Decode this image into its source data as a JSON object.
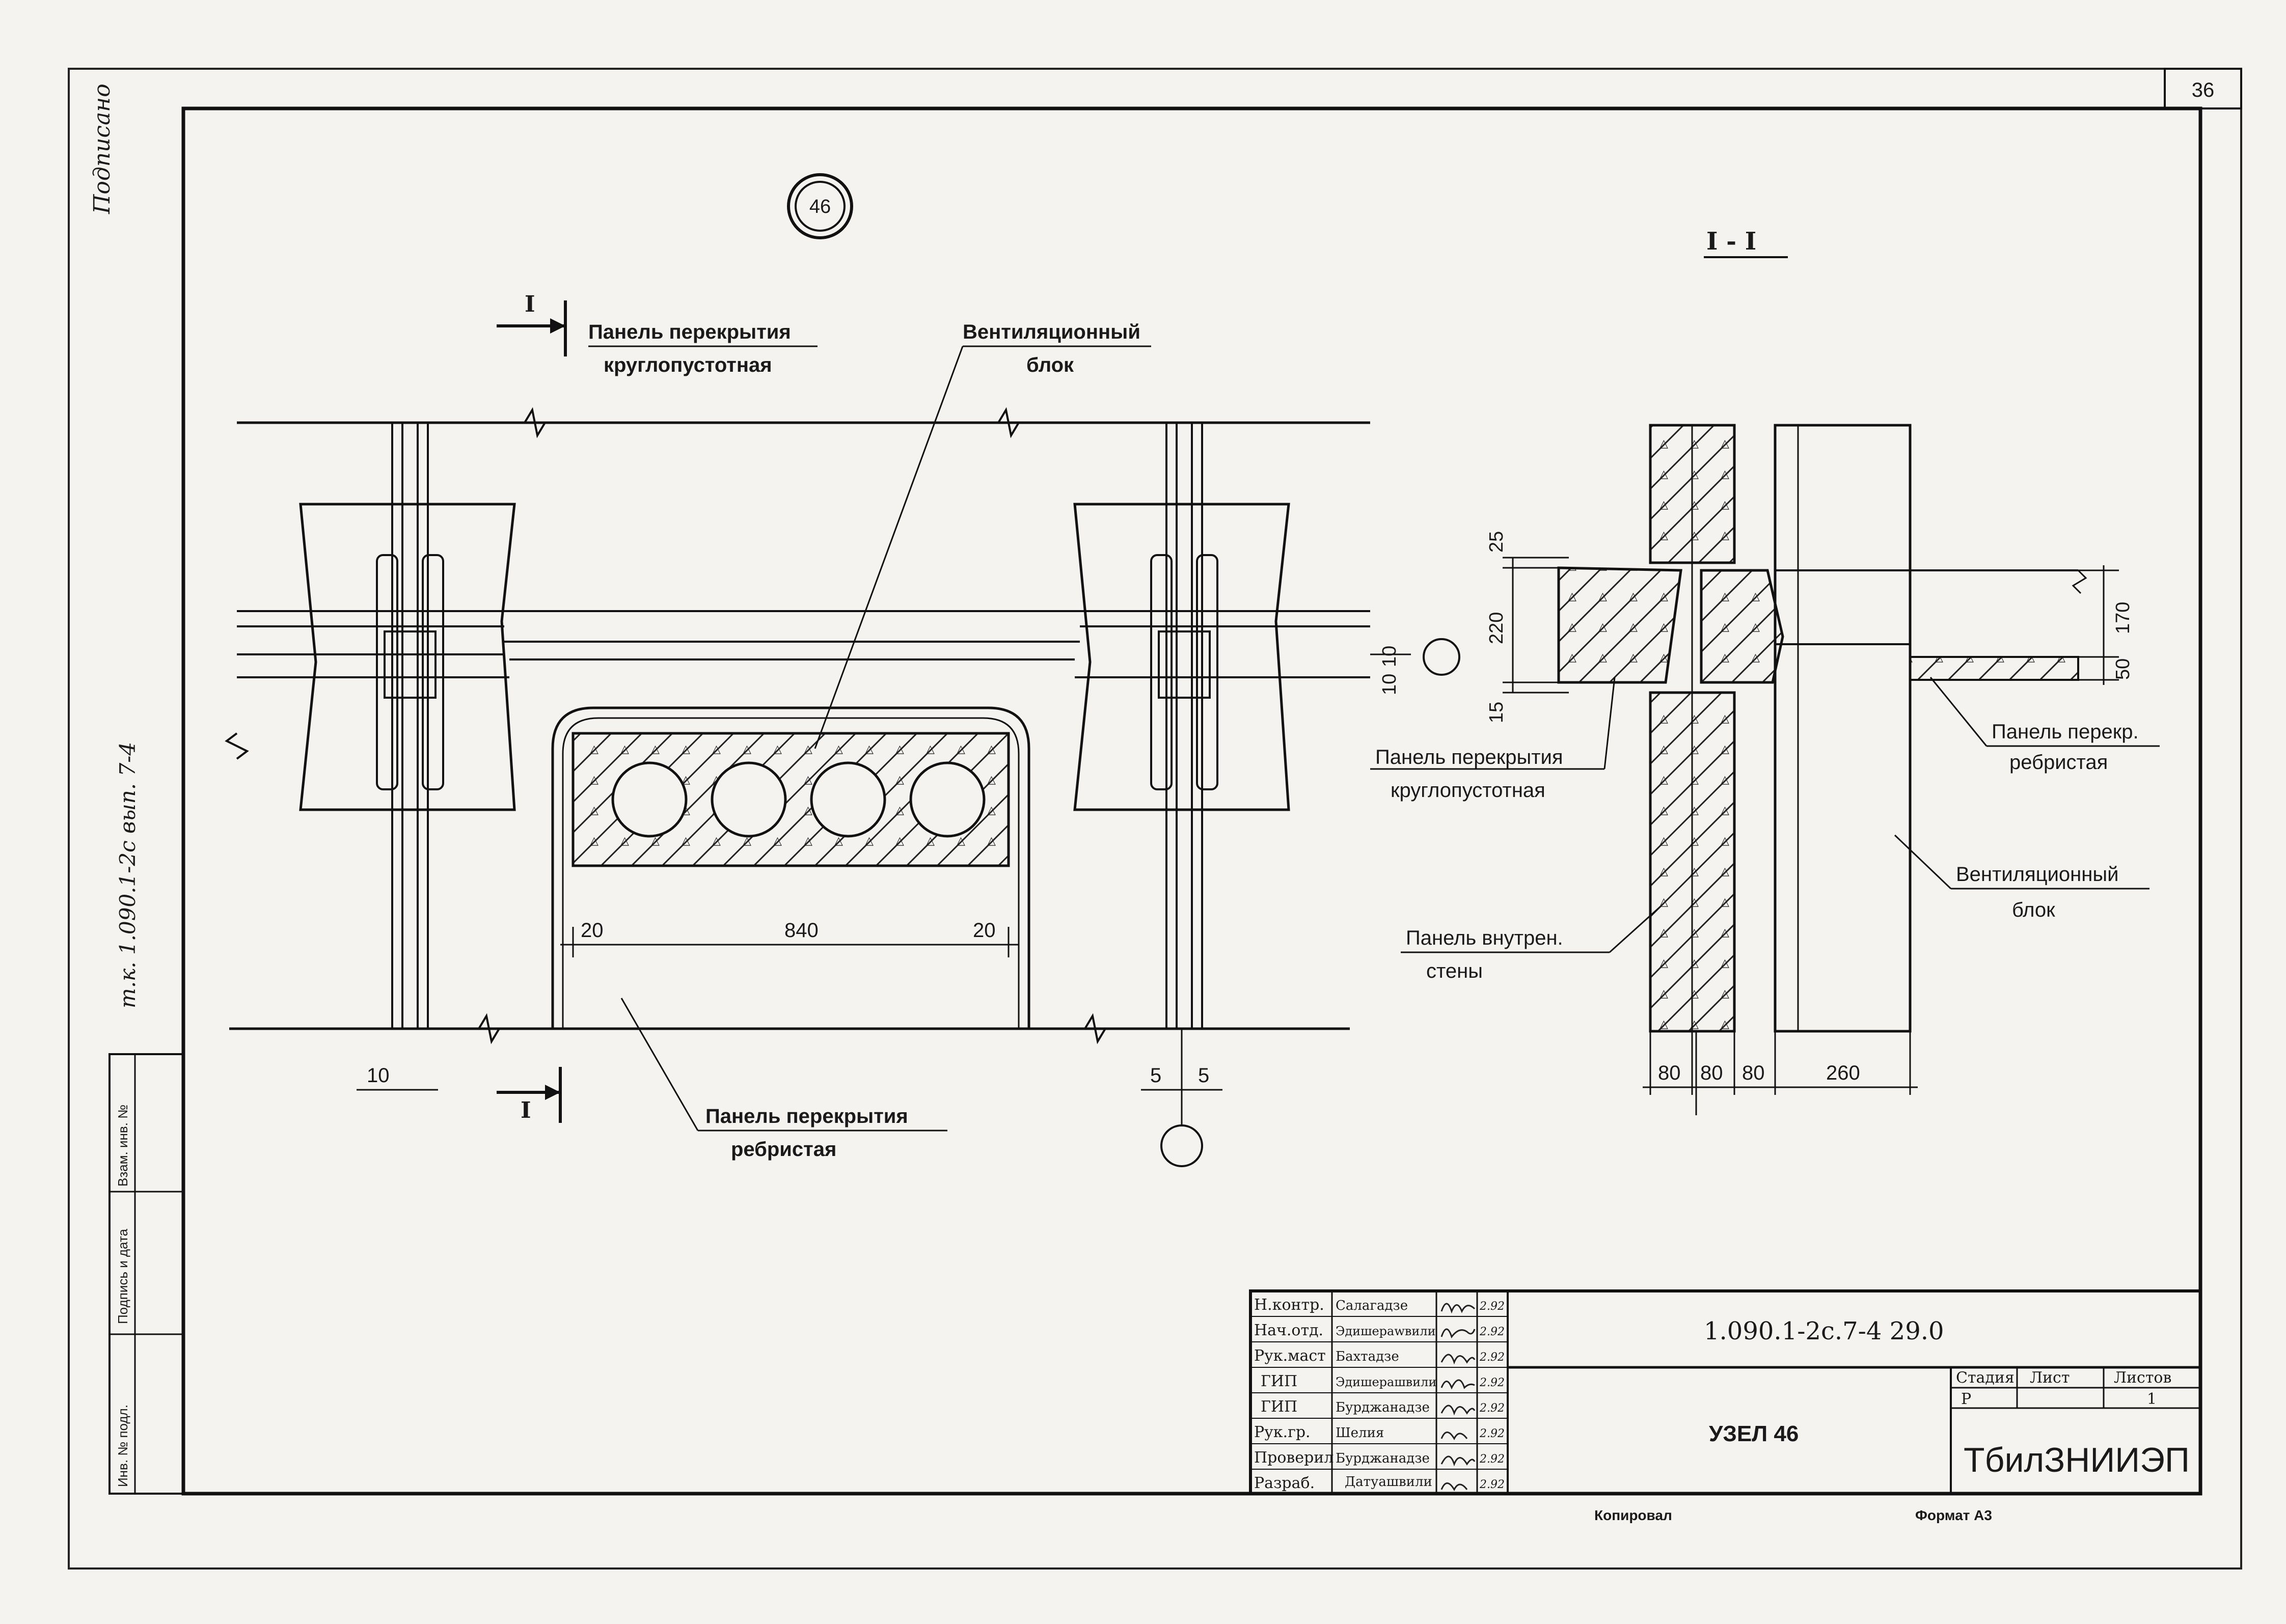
{
  "sheet": {
    "page_number": "36",
    "node_marker": "46",
    "section_marker": "I",
    "section_title": "I - I",
    "copied": "Копировал",
    "format": "Формат А3",
    "margin_code": "т.к. 1.090.1-2с  вып. 7-4",
    "margin_signature": "Подписано",
    "margin_headers": [
      "Инв. № подл.",
      "Подпись и дата",
      "Взам. инв. №"
    ]
  },
  "plan": {
    "label_slab_hollow": [
      "Панель перекрытия",
      "круглопустотная"
    ],
    "label_vent_block": [
      "Вентиляционный",
      "блок"
    ],
    "label_slab_ribbed": [
      "Панель перекрытия",
      "ребристая"
    ],
    "dims": {
      "d20a": "20",
      "d840": "840",
      "d20b": "20",
      "d10a": "10",
      "d10b": "10",
      "d10c": "10",
      "d5a": "5",
      "d5b": "5"
    }
  },
  "section": {
    "label_slab_hollow": [
      "Панель перекрытия",
      "круглопустотная"
    ],
    "label_slab_ribbed": [
      "Панель перекр.",
      "ребристая"
    ],
    "label_vent_block": [
      "Вентиляционный",
      "блок"
    ],
    "label_wall": [
      "Панель внутрен.",
      "стены"
    ],
    "dims": {
      "d25": "25",
      "d220": "220",
      "d15": "15",
      "d170": "170",
      "d50": "50",
      "d80a": "80",
      "d80b": "80",
      "d80c": "80",
      "d260": "260"
    }
  },
  "title_block": {
    "roles": [
      "Н.контр.",
      "Нач.отд.",
      "Рук.маст",
      "ГИП",
      "ГИП",
      "Рук.гр.",
      "Проверил",
      "Разраб."
    ],
    "names": [
      "Салагадзе",
      "Эдишераwвили",
      "Бахтадзе",
      "Эдишерашвили",
      "Бурджанадзе",
      "Шелия",
      "Бурджанадзе",
      "Датуашвили"
    ],
    "date": "2.92",
    "code": "1.090.1-2с.7-4   29.0",
    "node_title": "УЗЕЛ 46",
    "stage_header": "Стадия",
    "sheet_header": "Лист",
    "sheets_header": "Листов",
    "stage": "Р",
    "sheets": "1",
    "org": "ТбилЗНИИЭП"
  }
}
